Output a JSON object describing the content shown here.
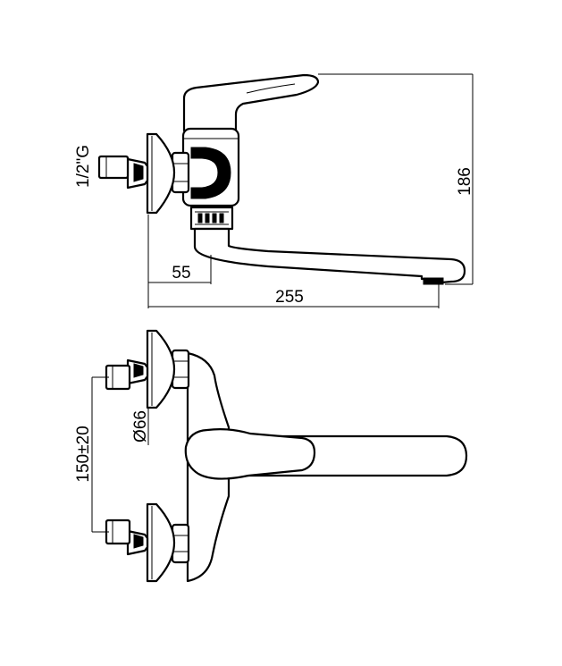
{
  "dimensions": {
    "thread": "1/2\"G",
    "height": "186",
    "offset": "55",
    "reach": "255",
    "rosette": "Ø66",
    "centers": "150±20"
  }
}
